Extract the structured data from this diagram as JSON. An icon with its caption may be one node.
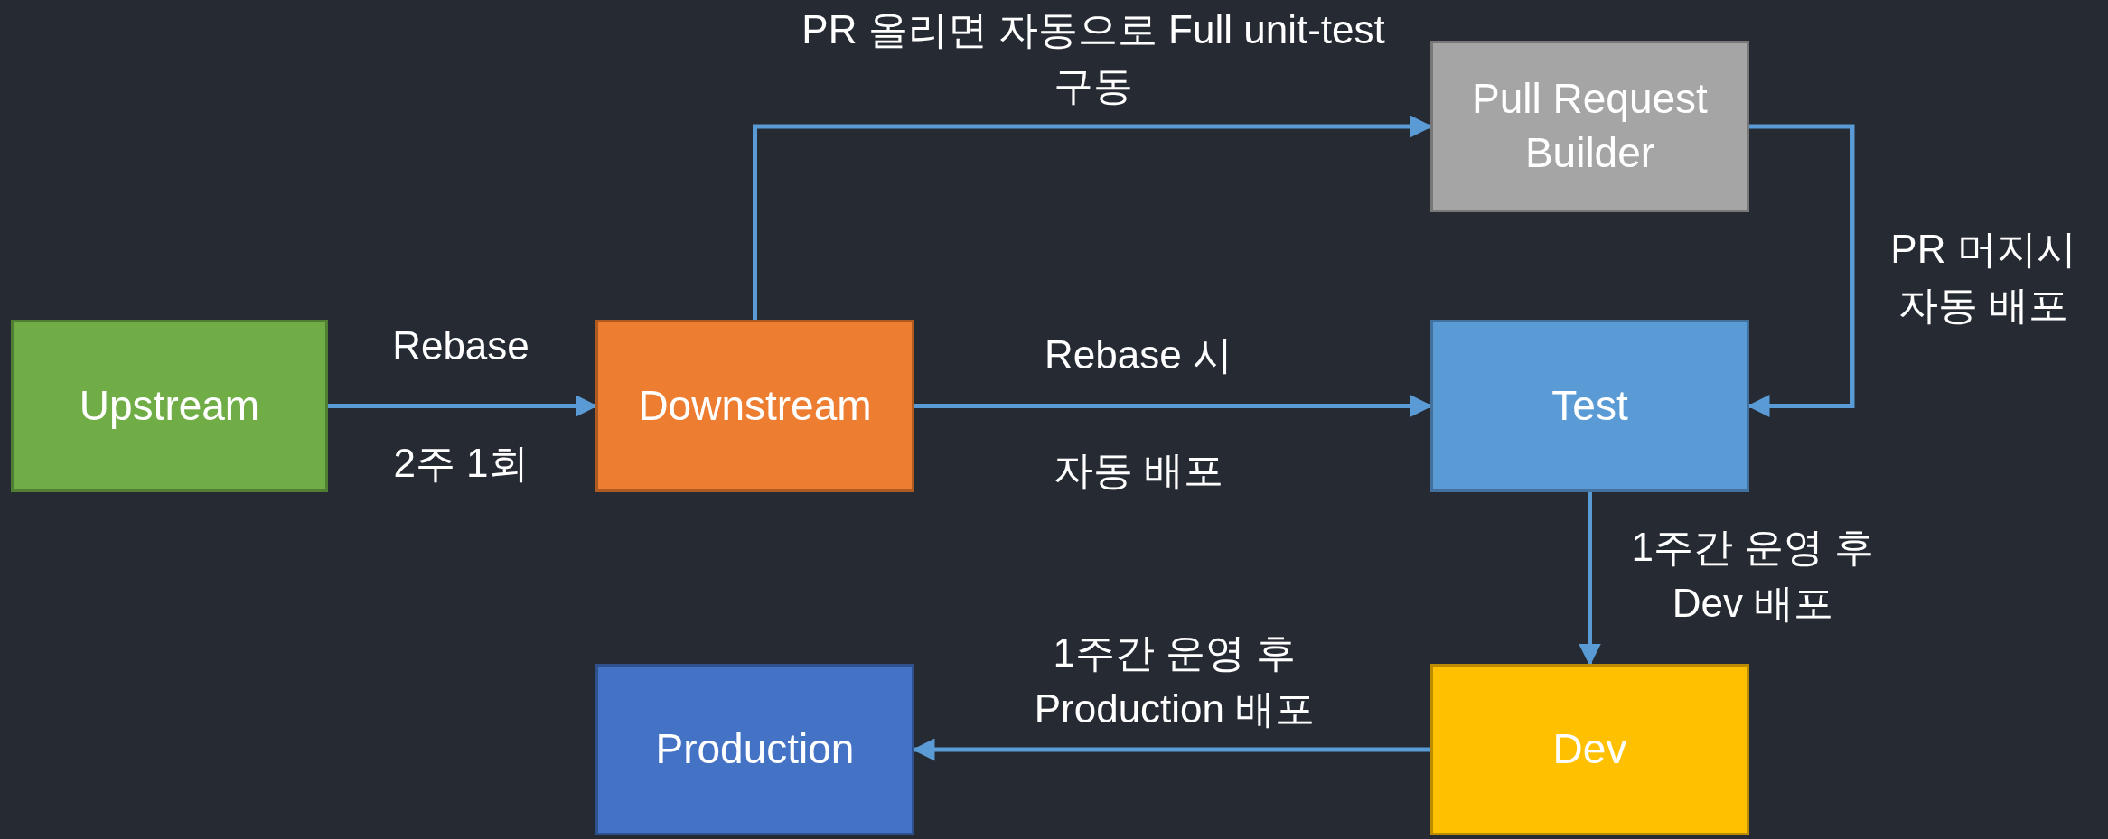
{
  "diagram": {
    "nodes": [
      {
        "text": [
          "Upstream"
        ]
      },
      {
        "text": [
          "Downstream"
        ]
      },
      {
        "text": [
          "Pull Request Builder"
        ]
      },
      {
        "text": [
          "Test"
        ]
      },
      {
        "text": [
          "Production"
        ]
      },
      {
        "text": [
          "Dev"
        ]
      }
    ],
    "edges": [
      {
        "from": 0,
        "to": 1,
        "arrow": "to",
        "label": "Rebase"
      },
      {
        "from": 1,
        "to": 2,
        "arrow": "to",
        "label": "PR 올리면 자동으로 Full unit-test 구동"
      },
      {
        "from": 2,
        "to": 3,
        "arrow": "to",
        "label": "PR 머지시 자동 배포"
      },
      {
        "from": 1,
        "to": 3,
        "arrow": "to",
        "label": "Rebase 시"
      },
      {
        "from": 3,
        "to": 5,
        "arrow": "to",
        "label": "1주간 운영 후 Dev 배포"
      },
      {
        "from": 5,
        "to": 4,
        "arrow": "to",
        "label": "1주간 운영 후 Production 배포"
      }
    ],
    "labels": [
      "2주 1회",
      "자동 배포"
    ]
  }
}
